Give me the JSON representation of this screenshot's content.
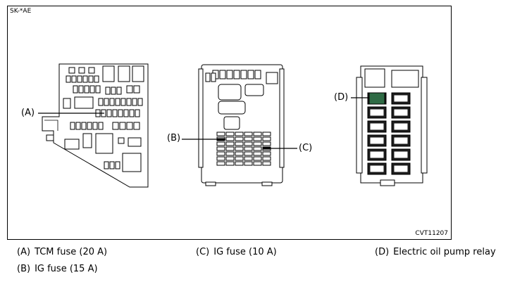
{
  "figure": {
    "variant_tag": "SK-*AE",
    "reference_code": "CVT11207"
  },
  "callouts": [
    {
      "key": "(A)"
    },
    {
      "key": "(B)"
    },
    {
      "key": "(C)"
    },
    {
      "key": "(D)"
    }
  ],
  "legend": [
    {
      "key": "(A)",
      "text": "TCM fuse (20 A)"
    },
    {
      "key": "(C)",
      "text": "IG fuse (10 A)"
    },
    {
      "key": "(D)",
      "text": "Electric oil pump relay"
    },
    {
      "key": "(B)",
      "text": "IG fuse (15 A)"
    }
  ],
  "colors": {
    "highlight_relay": "#2f6b45",
    "outline": "#000000",
    "component_fill": "#ffffff",
    "relay_body": "#1c1c1c"
  }
}
